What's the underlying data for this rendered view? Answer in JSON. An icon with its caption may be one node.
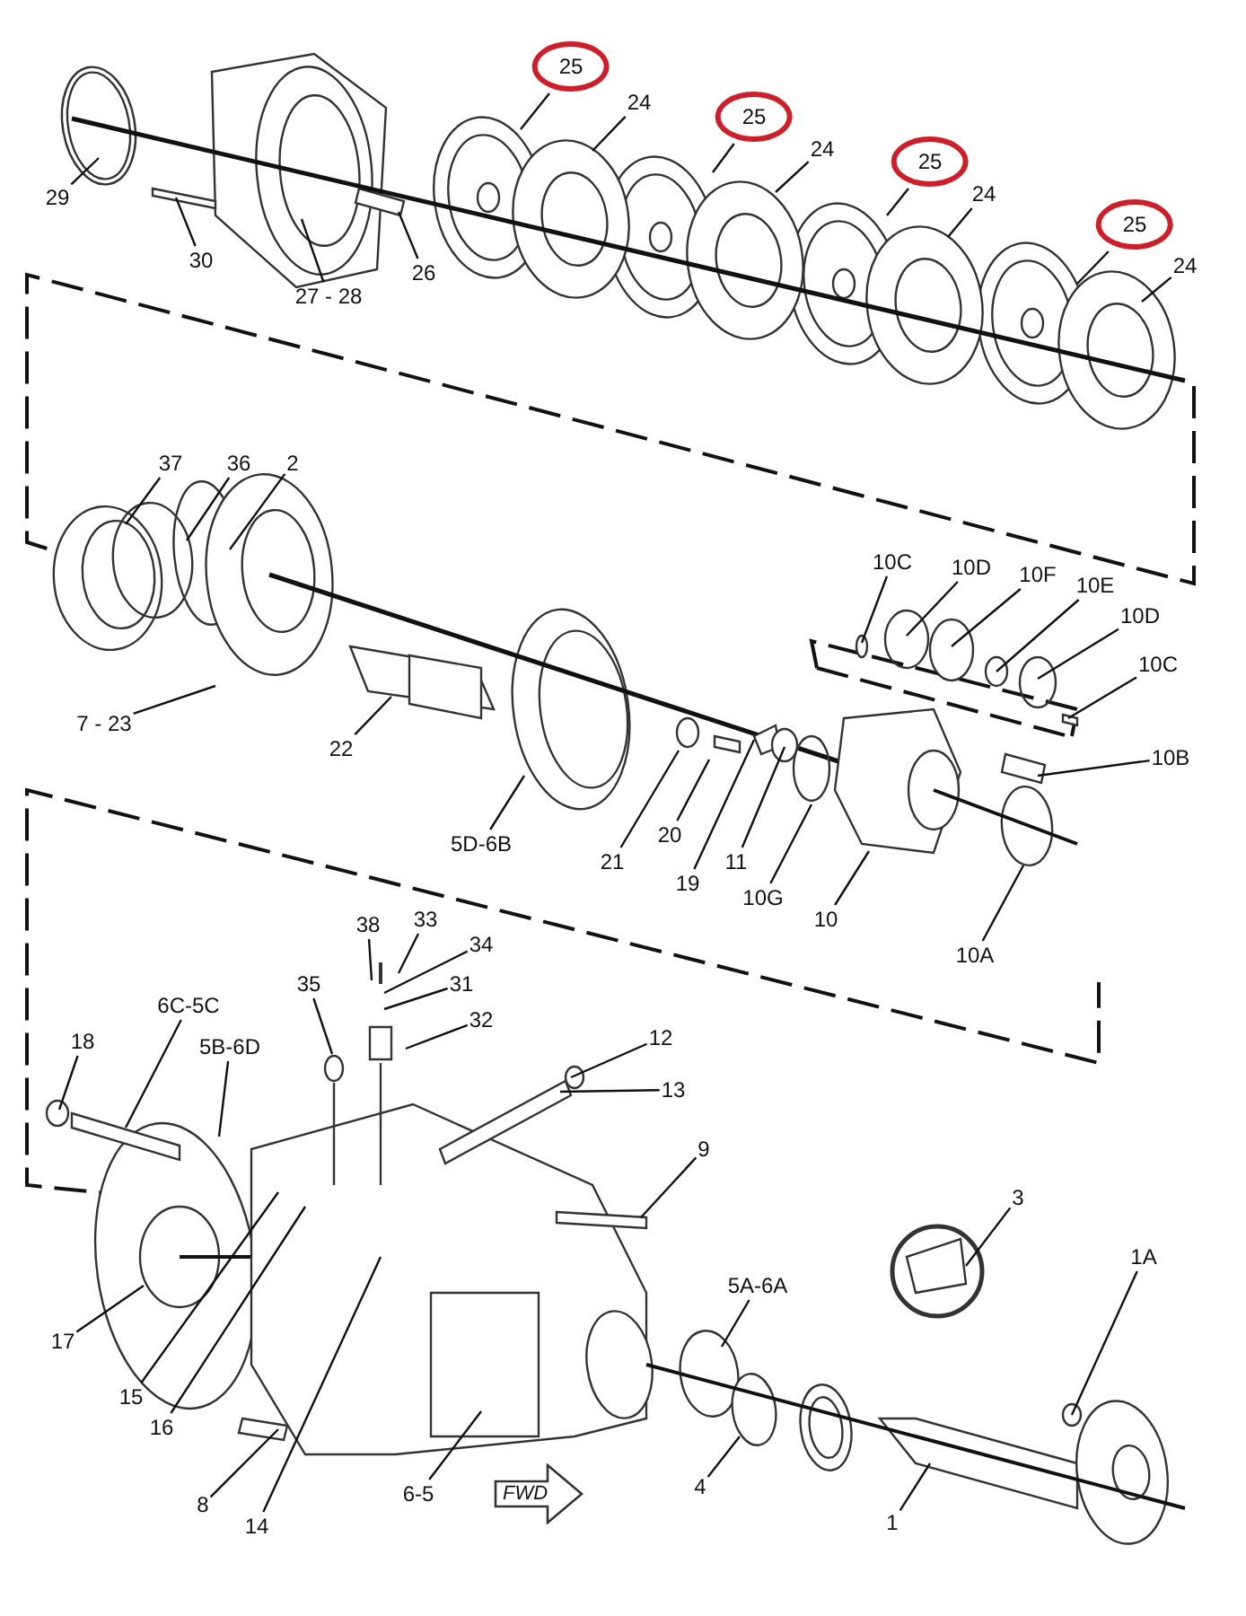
{
  "diagram": {
    "nodes": [
      {
        "text": [
          "29"
        ]
      },
      {
        "text": [
          "30"
        ]
      },
      {
        "text": [
          "27 - 28"
        ]
      },
      {
        "text": [
          "26"
        ]
      },
      {
        "text": [
          "25"
        ]
      },
      {
        "text": [
          "24"
        ]
      },
      {
        "text": [
          "25"
        ]
      },
      {
        "text": [
          "24"
        ]
      },
      {
        "text": [
          "25"
        ]
      },
      {
        "text": [
          "24"
        ]
      },
      {
        "text": [
          "25"
        ]
      },
      {
        "text": [
          "24"
        ]
      },
      {
        "text": [
          "37"
        ]
      },
      {
        "text": [
          "36"
        ]
      },
      {
        "text": [
          "2"
        ]
      },
      {
        "text": [
          "7 - 23"
        ]
      },
      {
        "text": [
          "22"
        ]
      },
      {
        "text": [
          "5D-6B"
        ]
      },
      {
        "text": [
          "10C"
        ]
      },
      {
        "text": [
          "10D"
        ]
      },
      {
        "text": [
          "10F"
        ]
      },
      {
        "text": [
          "10E"
        ]
      },
      {
        "text": [
          "10D"
        ]
      },
      {
        "text": [
          "10C"
        ]
      },
      {
        "text": [
          "10B"
        ]
      },
      {
        "text": [
          "21"
        ]
      },
      {
        "text": [
          "20"
        ]
      },
      {
        "text": [
          "19"
        ]
      },
      {
        "text": [
          "11"
        ]
      },
      {
        "text": [
          "10G"
        ]
      },
      {
        "text": [
          "10"
        ]
      },
      {
        "text": [
          "10A"
        ]
      },
      {
        "text": [
          "38"
        ]
      },
      {
        "text": [
          "33"
        ]
      },
      {
        "text": [
          "34"
        ]
      },
      {
        "text": [
          "31"
        ]
      },
      {
        "text": [
          "32"
        ]
      },
      {
        "text": [
          "35"
        ]
      },
      {
        "text": [
          "6C-5C"
        ]
      },
      {
        "text": [
          "18"
        ]
      },
      {
        "text": [
          "5B-6D"
        ]
      },
      {
        "text": [
          "12"
        ]
      },
      {
        "text": [
          "13"
        ]
      },
      {
        "text": [
          "9"
        ]
      },
      {
        "text": [
          "3"
        ]
      },
      {
        "text": [
          "1A"
        ]
      },
      {
        "text": [
          "5A-6A"
        ]
      },
      {
        "text": [
          "17"
        ]
      },
      {
        "text": [
          "15"
        ]
      },
      {
        "text": [
          "16"
        ]
      },
      {
        "text": [
          "8"
        ]
      },
      {
        "text": [
          "14"
        ]
      },
      {
        "text": [
          "6-5"
        ]
      },
      {
        "text": [
          "4"
        ]
      },
      {
        "text": [
          "1"
        ]
      },
      {
        "text": [
          "FWD"
        ]
      }
    ],
    "edges": [
      {
        "from": 0,
        "to": null,
        "arrow": "none"
      },
      {
        "from": 1,
        "to": null,
        "arrow": "none"
      },
      {
        "from": 2,
        "to": null,
        "arrow": "none"
      },
      {
        "from": 3,
        "to": null,
        "arrow": "none"
      },
      {
        "from": 4,
        "to": null,
        "arrow": "none"
      },
      {
        "from": 5,
        "to": null,
        "arrow": "none"
      },
      {
        "from": 6,
        "to": null,
        "arrow": "none"
      },
      {
        "from": 7,
        "to": null,
        "arrow": "none"
      },
      {
        "from": 8,
        "to": null,
        "arrow": "none"
      },
      {
        "from": 9,
        "to": null,
        "arrow": "none"
      },
      {
        "from": 10,
        "to": null,
        "arrow": "none"
      },
      {
        "from": 11,
        "to": null,
        "arrow": "none"
      },
      {
        "from": 12,
        "to": null,
        "arrow": "none"
      },
      {
        "from": 13,
        "to": null,
        "arrow": "none"
      },
      {
        "from": 14,
        "to": null,
        "arrow": "none"
      },
      {
        "from": 15,
        "to": null,
        "arrow": "none"
      },
      {
        "from": 16,
        "to": null,
        "arrow": "none"
      },
      {
        "from": 17,
        "to": null,
        "arrow": "none"
      },
      {
        "from": 18,
        "to": null,
        "arrow": "none"
      },
      {
        "from": 19,
        "to": null,
        "arrow": "none"
      },
      {
        "from": 20,
        "to": null,
        "arrow": "none"
      },
      {
        "from": 21,
        "to": null,
        "arrow": "none"
      },
      {
        "from": 22,
        "to": null,
        "arrow": "none"
      },
      {
        "from": 23,
        "to": null,
        "arrow": "none"
      },
      {
        "from": 24,
        "to": null,
        "arrow": "none"
      },
      {
        "from": 25,
        "to": null,
        "arrow": "none"
      },
      {
        "from": 26,
        "to": null,
        "arrow": "none"
      },
      {
        "from": 27,
        "to": null,
        "arrow": "none"
      },
      {
        "from": 28,
        "to": null,
        "arrow": "none"
      },
      {
        "from": 29,
        "to": null,
        "arrow": "none"
      },
      {
        "from": 30,
        "to": null,
        "arrow": "none"
      },
      {
        "from": 31,
        "to": null,
        "arrow": "none"
      },
      {
        "from": 32,
        "to": null,
        "arrow": "none"
      },
      {
        "from": 33,
        "to": null,
        "arrow": "none"
      },
      {
        "from": 34,
        "to": null,
        "arrow": "none"
      },
      {
        "from": 35,
        "to": null,
        "arrow": "none"
      },
      {
        "from": 36,
        "to": null,
        "arrow": "none"
      },
      {
        "from": 37,
        "to": null,
        "arrow": "none"
      },
      {
        "from": 38,
        "to": null,
        "arrow": "none"
      },
      {
        "from": 39,
        "to": null,
        "arrow": "none"
      },
      {
        "from": 40,
        "to": null,
        "arrow": "none"
      },
      {
        "from": 41,
        "to": null,
        "arrow": "none"
      },
      {
        "from": 42,
        "to": null,
        "arrow": "none"
      },
      {
        "from": 43,
        "to": null,
        "arrow": "none"
      },
      {
        "from": 44,
        "to": null,
        "arrow": "none"
      },
      {
        "from": 45,
        "to": null,
        "arrow": "none"
      },
      {
        "from": 46,
        "to": null,
        "arrow": "none"
      },
      {
        "from": 47,
        "to": null,
        "arrow": "none"
      },
      {
        "from": 48,
        "to": null,
        "arrow": "none"
      },
      {
        "from": 49,
        "to": null,
        "arrow": "none"
      },
      {
        "from": 50,
        "to": null,
        "arrow": "none"
      },
      {
        "from": 51,
        "to": null,
        "arrow": "none"
      },
      {
        "from": 52,
        "to": null,
        "arrow": "none"
      },
      {
        "from": 53,
        "to": null,
        "arrow": "none"
      },
      {
        "from": 54,
        "to": null,
        "arrow": "none"
      }
    ]
  }
}
